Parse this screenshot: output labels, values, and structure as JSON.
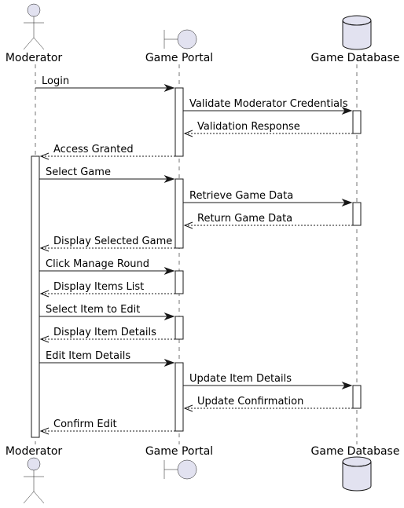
{
  "participants": [
    {
      "id": "moderator",
      "label": "Moderator",
      "shape": "actor-icon"
    },
    {
      "id": "portal",
      "label": "Game Portal",
      "shape": "boundary-icon"
    },
    {
      "id": "database",
      "label": "Game Database",
      "shape": "database-icon"
    }
  ],
  "messages": [
    {
      "from": "moderator",
      "to": "portal",
      "label": "Login",
      "style": "solid"
    },
    {
      "from": "portal",
      "to": "database",
      "label": "Validate Moderator Credentials",
      "style": "solid"
    },
    {
      "from": "database",
      "to": "portal",
      "label": "Validation Response",
      "style": "dashed"
    },
    {
      "from": "portal",
      "to": "moderator",
      "label": "Access Granted",
      "style": "dashed"
    },
    {
      "from": "moderator",
      "to": "portal",
      "label": "Select Game",
      "style": "solid"
    },
    {
      "from": "portal",
      "to": "database",
      "label": "Retrieve Game Data",
      "style": "solid"
    },
    {
      "from": "database",
      "to": "portal",
      "label": "Return Game Data",
      "style": "dashed"
    },
    {
      "from": "portal",
      "to": "moderator",
      "label": "Display Selected Game",
      "style": "dashed"
    },
    {
      "from": "moderator",
      "to": "portal",
      "label": "Click Manage Round",
      "style": "solid"
    },
    {
      "from": "portal",
      "to": "moderator",
      "label": "Display Items List",
      "style": "dashed"
    },
    {
      "from": "moderator",
      "to": "portal",
      "label": "Select Item to Edit",
      "style": "solid"
    },
    {
      "from": "portal",
      "to": "moderator",
      "label": "Display Item Details",
      "style": "dashed"
    },
    {
      "from": "moderator",
      "to": "portal",
      "label": "Edit Item Details",
      "style": "solid"
    },
    {
      "from": "portal",
      "to": "database",
      "label": "Update Item Details",
      "style": "solid"
    },
    {
      "from": "database",
      "to": "portal",
      "label": "Update Confirmation",
      "style": "dashed"
    },
    {
      "from": "portal",
      "to": "moderator",
      "label": "Confirm Edit",
      "style": "dashed"
    }
  ],
  "colors": {
    "participant_fill": "#E2E2F0",
    "line": "#181818",
    "activation_fill": "#FFFFFF"
  }
}
